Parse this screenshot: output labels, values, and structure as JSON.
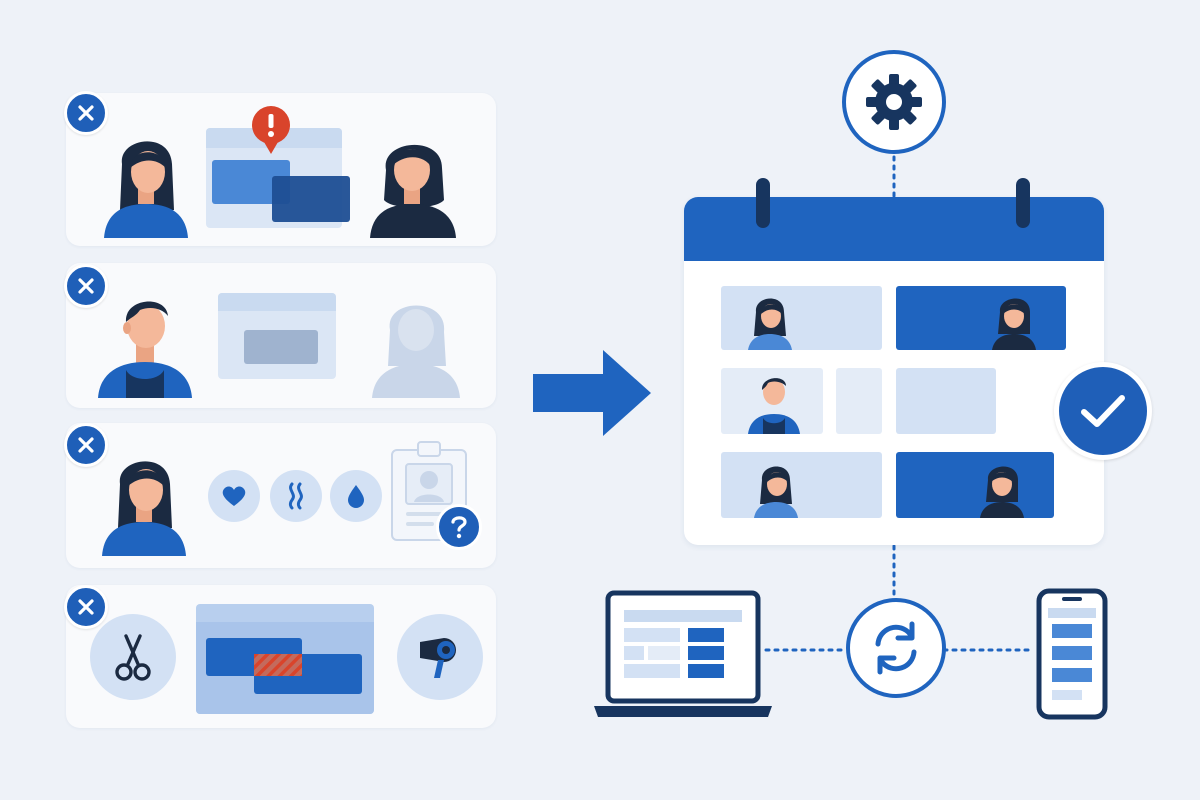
{
  "colors": {
    "background": "#eef2f8",
    "primary_blue": "#1f64bf",
    "dark_navy": "#17355f",
    "light_blue": "#d3e1f4",
    "pale_blue": "#e4ecf7",
    "alert_red": "#d9442b",
    "skin": "#f4b89a",
    "hair": "#1b2a41"
  },
  "problems": [
    {
      "kind": "double-booking",
      "icons": [
        "close-icon",
        "alert-icon"
      ]
    },
    {
      "kind": "no-show-staff",
      "icons": [
        "close-icon"
      ]
    },
    {
      "kind": "missing-client-info",
      "icons": [
        "close-icon",
        "heart-icon",
        "wave-icon",
        "drop-icon",
        "id-card-icon",
        "question-icon"
      ]
    },
    {
      "kind": "overlapping-services",
      "icons": [
        "close-icon",
        "scissors-icon",
        "hair-dryer-icon"
      ]
    }
  ],
  "solution": {
    "icons": [
      "arrow-right-icon",
      "gear-icon",
      "calendar-icon",
      "check-icon",
      "sync-icon",
      "laptop-icon",
      "phone-icon"
    ]
  }
}
